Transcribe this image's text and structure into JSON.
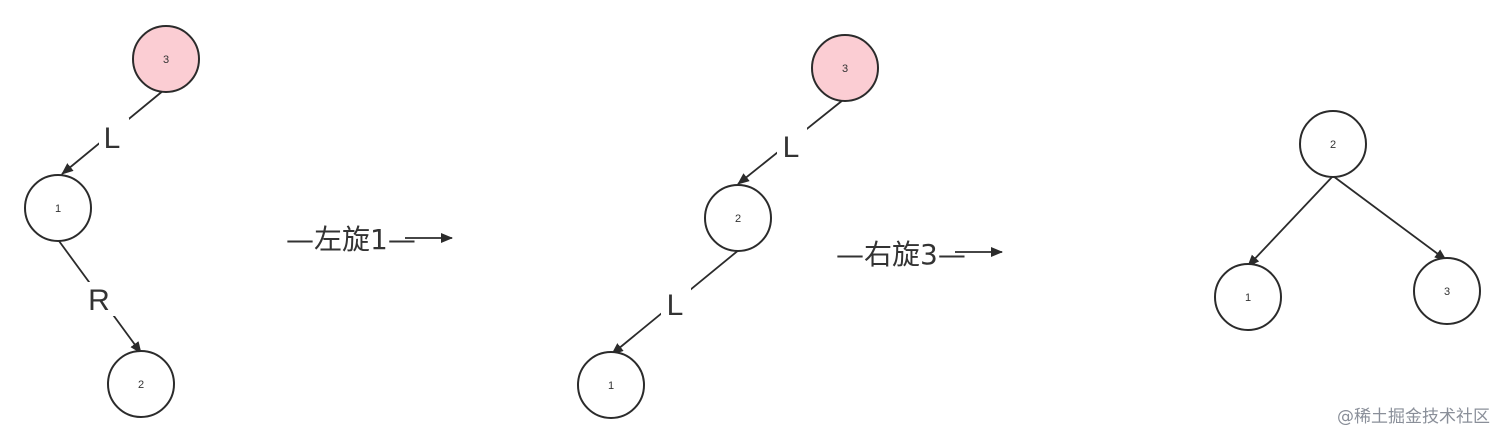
{
  "colors": {
    "root_fill": "#fbcdd3",
    "node_fill": "#ffffff",
    "stroke": "#2b2b2b"
  },
  "trees": [
    {
      "nodes": {
        "a": "3",
        "b": "1",
        "c": "2"
      },
      "edges": {
        "ab": "L",
        "bc": "R"
      }
    },
    {
      "nodes": {
        "a": "3",
        "b": "2",
        "c": "1"
      },
      "edges": {
        "ab": "L",
        "bc": "L"
      }
    },
    {
      "nodes": {
        "a": "2",
        "b": "1",
        "c": "3"
      }
    }
  ],
  "operations": {
    "left_rotate": "—左旋1—",
    "right_rotate": "—右旋3—"
  },
  "watermark": "@稀土掘金技术社区"
}
